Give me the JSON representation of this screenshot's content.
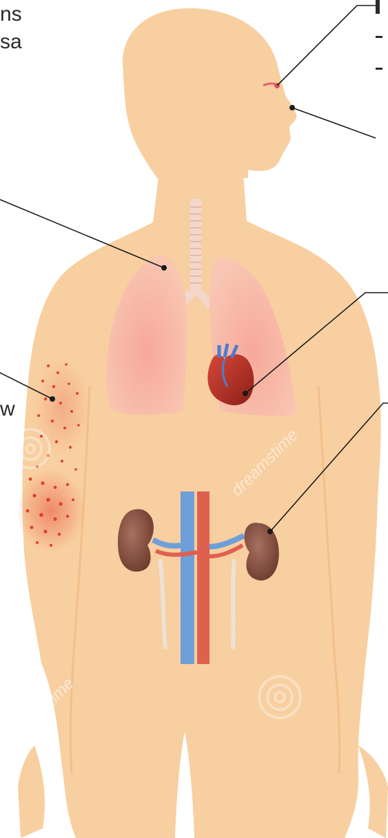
{
  "labels": {
    "top_left_line1": "ns",
    "top_left_line2": "sa",
    "arm_label": "w"
  },
  "watermarks": {
    "text": "dreamstime"
  },
  "colors": {
    "background": "#ffffff",
    "skin": "#f8cfa0",
    "lung": "#f5b4a0",
    "trachea": "#f3d6cc",
    "heart": "#c8352a",
    "kidney": "#8e5a47",
    "vein": "#6f9fd8",
    "artery": "#e0604f",
    "rash": "#e0402a",
    "leader_line": "#1a1a1a"
  }
}
